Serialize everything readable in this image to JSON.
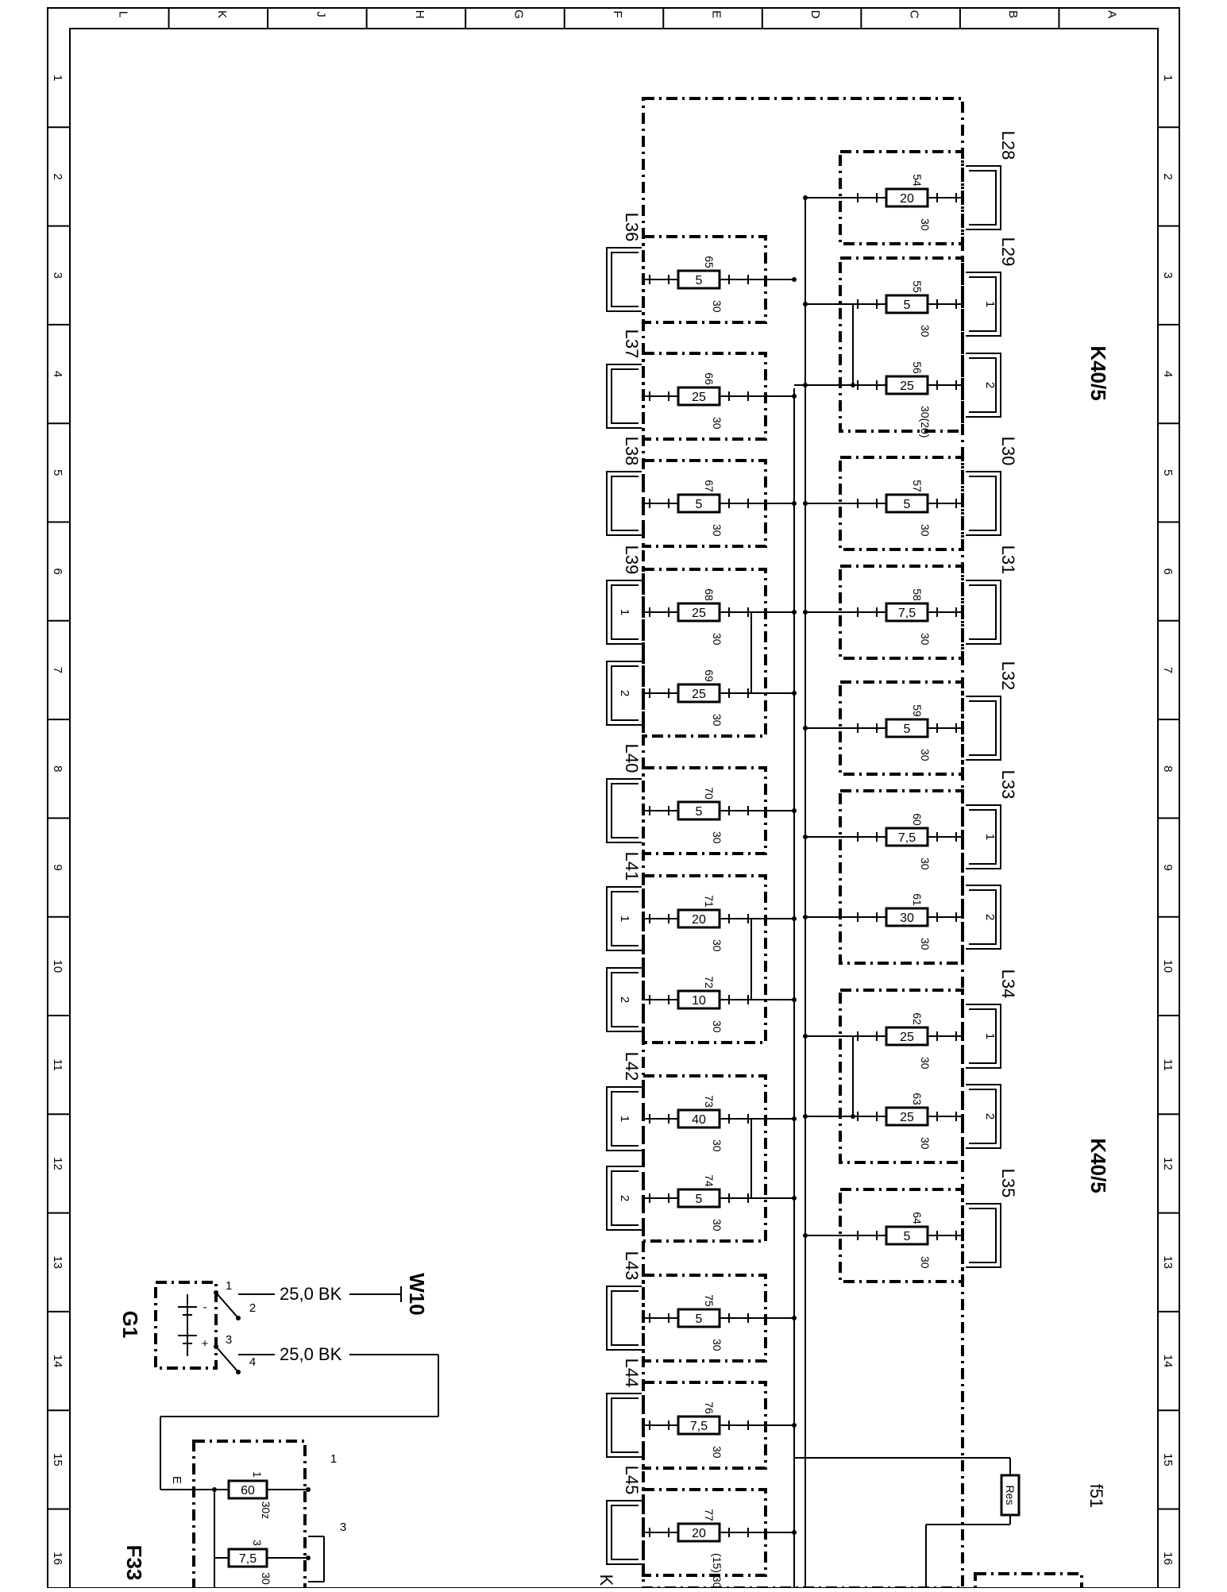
{
  "frame": {
    "columns": [
      "L",
      "K",
      "J",
      "H",
      "G",
      "F",
      "E",
      "D",
      "C",
      "B",
      "A"
    ],
    "rows": [
      "1",
      "2",
      "3",
      "4",
      "5",
      "6",
      "7",
      "8",
      "9",
      "10",
      "11",
      "12",
      "13",
      "14",
      "15",
      "16"
    ]
  },
  "right_unit_labels": [
    "K40/5",
    "K40/5"
  ],
  "left_fuses": [
    {
      "connector": "L36",
      "number": "65",
      "value": "5",
      "rating": "30"
    },
    {
      "connector": "L37",
      "number": "66",
      "value": "25",
      "rating": "30"
    },
    {
      "connector": "L38",
      "number": "67",
      "value": "5",
      "rating": "30"
    },
    {
      "connector": "L39",
      "pin": "1",
      "number": "68",
      "value": "25",
      "rating": "30"
    },
    {
      "connector": "",
      "pin": "2",
      "number": "69",
      "value": "25",
      "rating": "30"
    },
    {
      "connector": "L40",
      "number": "70",
      "value": "5",
      "rating": "30"
    },
    {
      "connector": "L41",
      "pin": "1",
      "number": "71",
      "value": "20",
      "rating": "30"
    },
    {
      "connector": "",
      "pin": "2",
      "number": "72",
      "value": "10",
      "rating": "30"
    },
    {
      "connector": "L42",
      "pin": "1",
      "number": "73",
      "value": "40",
      "rating": "30"
    },
    {
      "connector": "",
      "pin": "2",
      "number": "74",
      "value": "5",
      "rating": "30"
    },
    {
      "connector": "L43",
      "number": "75",
      "value": "5",
      "rating": "30"
    },
    {
      "connector": "L44",
      "number": "76",
      "value": "7,5",
      "rating": "30"
    },
    {
      "connector": "L45",
      "number": "77",
      "value": "20",
      "rating": "(15) 30"
    }
  ],
  "right_fuses": [
    {
      "connector": "L28",
      "number": "54",
      "value": "20",
      "rating": "30"
    },
    {
      "connector": "L29",
      "pin": "1",
      "number": "55",
      "value": "5",
      "rating": "30"
    },
    {
      "connector": "",
      "pin": "2",
      "number": "56",
      "value": "25",
      "rating": "30(20)"
    },
    {
      "connector": "L30",
      "number": "57",
      "value": "5",
      "rating": "30"
    },
    {
      "connector": "L31",
      "number": "58",
      "value": "7,5",
      "rating": "30"
    },
    {
      "connector": "L32",
      "number": "59",
      "value": "5",
      "rating": "30"
    },
    {
      "connector": "L33",
      "pin": "1",
      "number": "60",
      "value": "7,5",
      "rating": "30"
    },
    {
      "connector": "",
      "pin": "2",
      "number": "61",
      "value": "30",
      "rating": "30"
    },
    {
      "connector": "L34",
      "pin": "1",
      "number": "62",
      "value": "25",
      "rating": "30"
    },
    {
      "connector": "",
      "pin": "2",
      "number": "63",
      "value": "25",
      "rating": "30"
    },
    {
      "connector": "L35",
      "number": "64",
      "value": "5",
      "rating": "30"
    }
  ],
  "res": {
    "label": "Res",
    "ref": "f51"
  },
  "battery": {
    "ref": "G1",
    "pins": [
      "1",
      "2",
      "3",
      "4"
    ],
    "minus": "-",
    "plus": "+",
    "wire1": "25,0 BK",
    "wire2": "25,0 BK",
    "wire1_target": "W10"
  },
  "mega_fuse": {
    "ref": "F33",
    "e_label": "E",
    "fuse1": {
      "number": "1",
      "value": "60",
      "rating": "30z"
    },
    "fuse2": {
      "number": "3",
      "value": "7,5",
      "rating": "30"
    },
    "pin1": "1",
    "pin3": "3"
  },
  "bottom_connector": "K"
}
